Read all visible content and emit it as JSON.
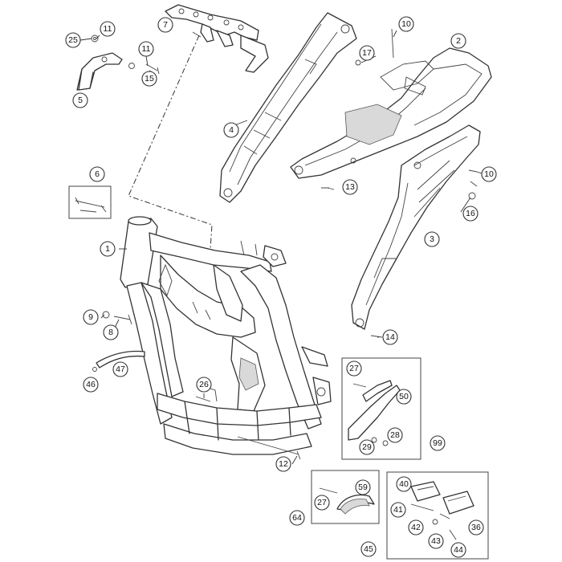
{
  "diagram": {
    "callouts": [
      {
        "id": "c25",
        "label": "25"
      },
      {
        "id": "c11a",
        "label": "11"
      },
      {
        "id": "c7",
        "label": "7"
      },
      {
        "id": "c11b",
        "label": "11"
      },
      {
        "id": "c15",
        "label": "15"
      },
      {
        "id": "c5",
        "label": "5"
      },
      {
        "id": "c10a",
        "label": "10"
      },
      {
        "id": "c2",
        "label": "2"
      },
      {
        "id": "c17",
        "label": "17"
      },
      {
        "id": "c4",
        "label": "4"
      },
      {
        "id": "c13",
        "label": "13"
      },
      {
        "id": "c10b",
        "label": "10"
      },
      {
        "id": "c16",
        "label": "16"
      },
      {
        "id": "c6",
        "label": "6"
      },
      {
        "id": "c3",
        "label": "3"
      },
      {
        "id": "c1",
        "label": "1"
      },
      {
        "id": "c9",
        "label": "9"
      },
      {
        "id": "c8",
        "label": "8"
      },
      {
        "id": "c14",
        "label": "14"
      },
      {
        "id": "c47",
        "label": "47"
      },
      {
        "id": "c46",
        "label": "46"
      },
      {
        "id": "c26",
        "label": "26"
      },
      {
        "id": "c27a",
        "label": "27"
      },
      {
        "id": "c50",
        "label": "50"
      },
      {
        "id": "c28",
        "label": "28"
      },
      {
        "id": "c29",
        "label": "29"
      },
      {
        "id": "c99",
        "label": "99"
      },
      {
        "id": "c12",
        "label": "12"
      },
      {
        "id": "c59",
        "label": "59"
      },
      {
        "id": "c27b",
        "label": "27"
      },
      {
        "id": "c64",
        "label": "64"
      },
      {
        "id": "c40",
        "label": "40"
      },
      {
        "id": "c41",
        "label": "41"
      },
      {
        "id": "c42",
        "label": "42"
      },
      {
        "id": "c43",
        "label": "43"
      },
      {
        "id": "c36",
        "label": "36"
      },
      {
        "id": "c45",
        "label": "45"
      },
      {
        "id": "c44",
        "label": "44"
      }
    ]
  }
}
